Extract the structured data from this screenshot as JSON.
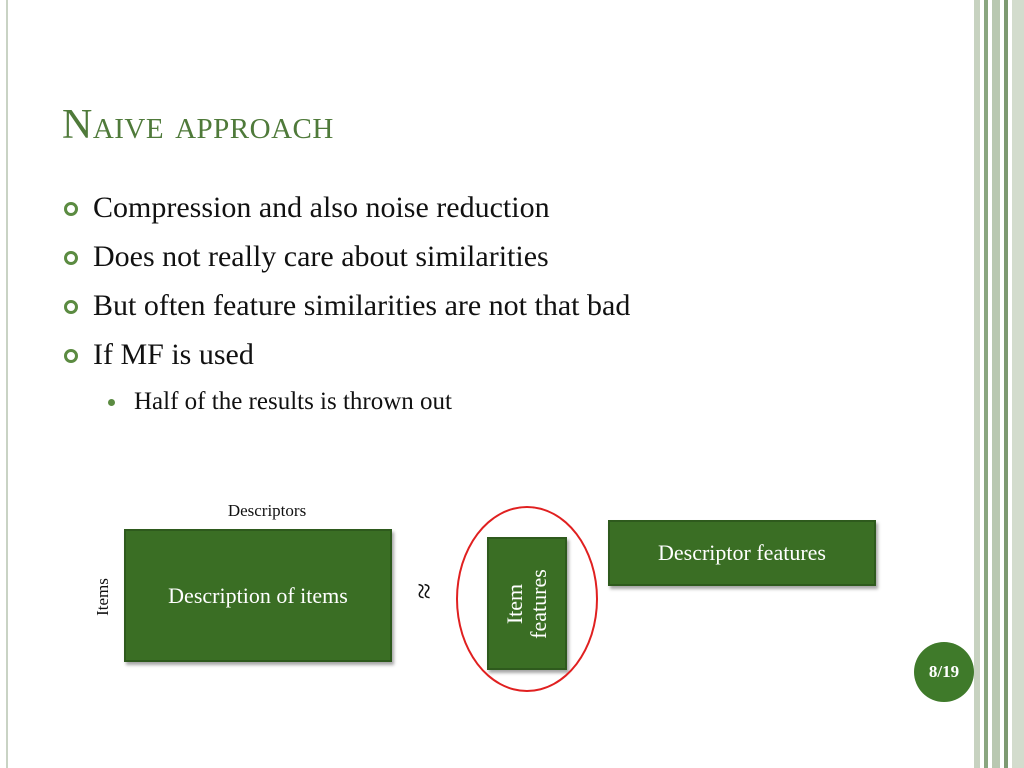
{
  "slide": {
    "title": "Naive approach",
    "bullets": [
      "Compression and also noise reduction",
      "Does not really care about similarities",
      "But often feature similarities are not that bad",
      "If MF is used"
    ],
    "sub_bullets": [
      "Half of the results is thrown out"
    ]
  },
  "diagram": {
    "descriptors_label": "Descriptors",
    "items_label": "Items",
    "description_box": "Description of items",
    "approx_symbol": "≈",
    "item_features_box": "Item features",
    "descriptor_features_box": "Descriptor features"
  },
  "page_number": "8/19",
  "colors": {
    "accent_green": "#4f7a3a",
    "box_green": "#3a6e24",
    "highlight_red": "#e02020"
  }
}
